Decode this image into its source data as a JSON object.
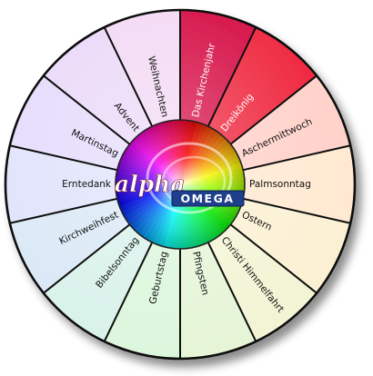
{
  "wheel": {
    "segments": [
      {
        "label": "Das Kirchenjahr",
        "color": "#d3003a",
        "light": true
      },
      {
        "label": "Dreikönig",
        "color": "#ee1a33",
        "light": true
      },
      {
        "label": "Aschermittwoch",
        "color": "#ffcfc7",
        "light": false
      },
      {
        "label": "Palmsonntag",
        "color": "#ffe8d0",
        "light": false
      },
      {
        "label": "Ostern",
        "color": "#fbf0d2",
        "light": false
      },
      {
        "label": "Christi Himmelfahrt",
        "color": "#f3f4d4",
        "light": false
      },
      {
        "label": "Pfingsten",
        "color": "#e5f5d6",
        "light": false
      },
      {
        "label": "Geburtstag",
        "color": "#dcf6dc",
        "light": false
      },
      {
        "label": "Bibelsonntag",
        "color": "#d8f2ea",
        "light": false
      },
      {
        "label": "Kirchweihfest",
        "color": "#d9e8f6",
        "light": false
      },
      {
        "label": "Erntedank",
        "color": "#dfe2fb",
        "light": false
      },
      {
        "label": "Martinstag",
        "color": "#e3dafb",
        "light": false
      },
      {
        "label": "Advent",
        "color": "#ead7f8",
        "light": false
      },
      {
        "label": "Weihnachten",
        "color": "#f2d7f4",
        "light": false
      }
    ]
  },
  "logo": {
    "alpha": "alpha",
    "omega": "OMEGA"
  }
}
